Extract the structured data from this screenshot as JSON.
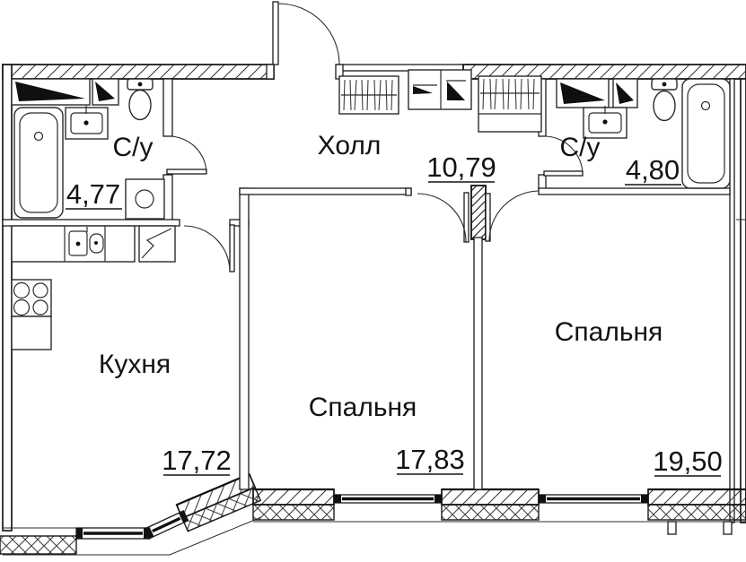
{
  "rooms": {
    "bath_left": {
      "name": "С/у",
      "area": "4,77"
    },
    "hall": {
      "name": "Холл",
      "area": "10,79"
    },
    "bath_right": {
      "name": "С/у",
      "area": "4,80"
    },
    "kitchen": {
      "name": "Кухня",
      "area": "17,72"
    },
    "bedroom_middle": {
      "name": "Спальня",
      "area": "17,83"
    },
    "bedroom_right": {
      "name": "Спальня",
      "area": "19,50"
    }
  },
  "colors": {
    "line": "#1b1b1b",
    "background": "#ffffff"
  },
  "fixtures": {
    "bath_left": [
      "vent-shaft",
      "vent-shaft",
      "sink",
      "toilet",
      "bathtub",
      "washing-machine"
    ],
    "bath_right": [
      "vent-shaft",
      "vent-shaft",
      "sink",
      "toilet",
      "bathtub"
    ],
    "kitchen": [
      "counter",
      "double-sink",
      "fridge",
      "stove",
      "cabinet"
    ],
    "hall": [
      "wardrobe",
      "shelf-cabinet",
      "wardrobe"
    ]
  }
}
